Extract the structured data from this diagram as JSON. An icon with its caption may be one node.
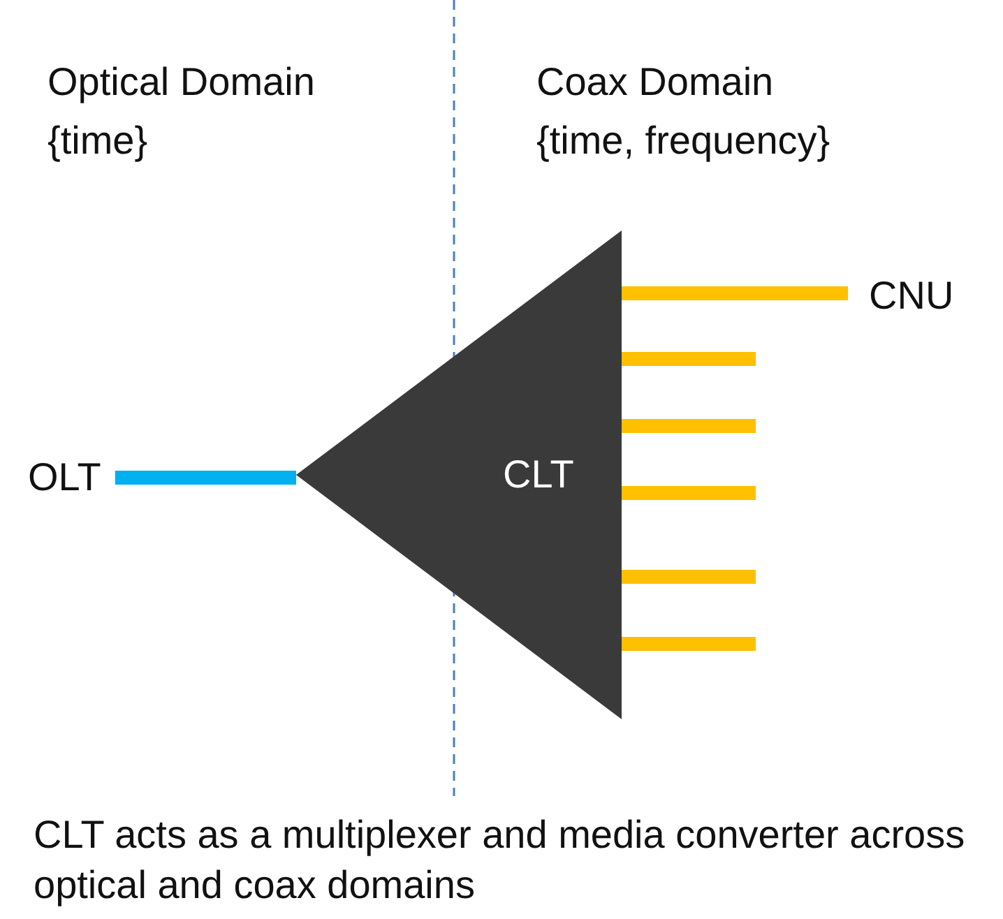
{
  "diagram": {
    "caption": "CLT acts as a multiplexer and media converter across optical and coax domains",
    "nodes": [
      {
        "text": [
          "OLT"
        ]
      },
      {
        "text": [
          "CLT"
        ]
      },
      {
        "text": [
          "CNU"
        ]
      }
    ],
    "edges": [
      {
        "from": 0,
        "to": 1,
        "arrow": "none",
        "color": "#00b0f0"
      },
      {
        "from": 1,
        "to": 2,
        "arrow": "none"
      },
      {
        "from": 1,
        "to": null,
        "arrow": "none"
      },
      {
        "from": 1,
        "to": null,
        "arrow": "none"
      },
      {
        "from": 1,
        "to": null,
        "arrow": "none"
      },
      {
        "from": 1,
        "to": null,
        "arrow": "none"
      },
      {
        "from": 1,
        "to": null,
        "arrow": "none"
      }
    ],
    "labels": [
      "Optical Domain",
      "{time}",
      "Coax Domain",
      "{time, frequency}"
    ]
  }
}
